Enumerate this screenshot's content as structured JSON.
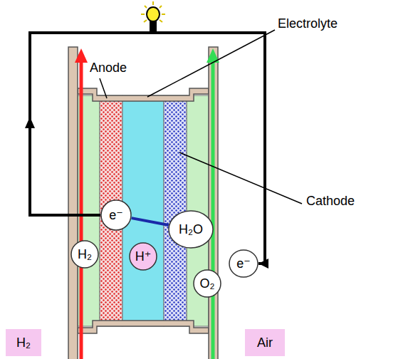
{
  "diagram": {
    "nodes": [
      {
        "text": [
          "e⁻"
        ]
      },
      {
        "text": [
          "H₂"
        ]
      },
      {
        "text": [
          "H⁺"
        ]
      },
      {
        "text": [
          "H₂O"
        ]
      },
      {
        "text": [
          "e⁻"
        ]
      },
      {
        "text": [
          "O₂"
        ]
      },
      {
        "text": [
          "H₂"
        ]
      },
      {
        "text": [
          "Air"
        ]
      }
    ],
    "edges": [
      {
        "from": 0,
        "to": 4,
        "arrow": "to"
      },
      {
        "from": 0,
        "to": 3,
        "arrow": "none"
      }
    ],
    "labels": [
      "Electrolyte",
      "Anode",
      "Cathode"
    ]
  }
}
